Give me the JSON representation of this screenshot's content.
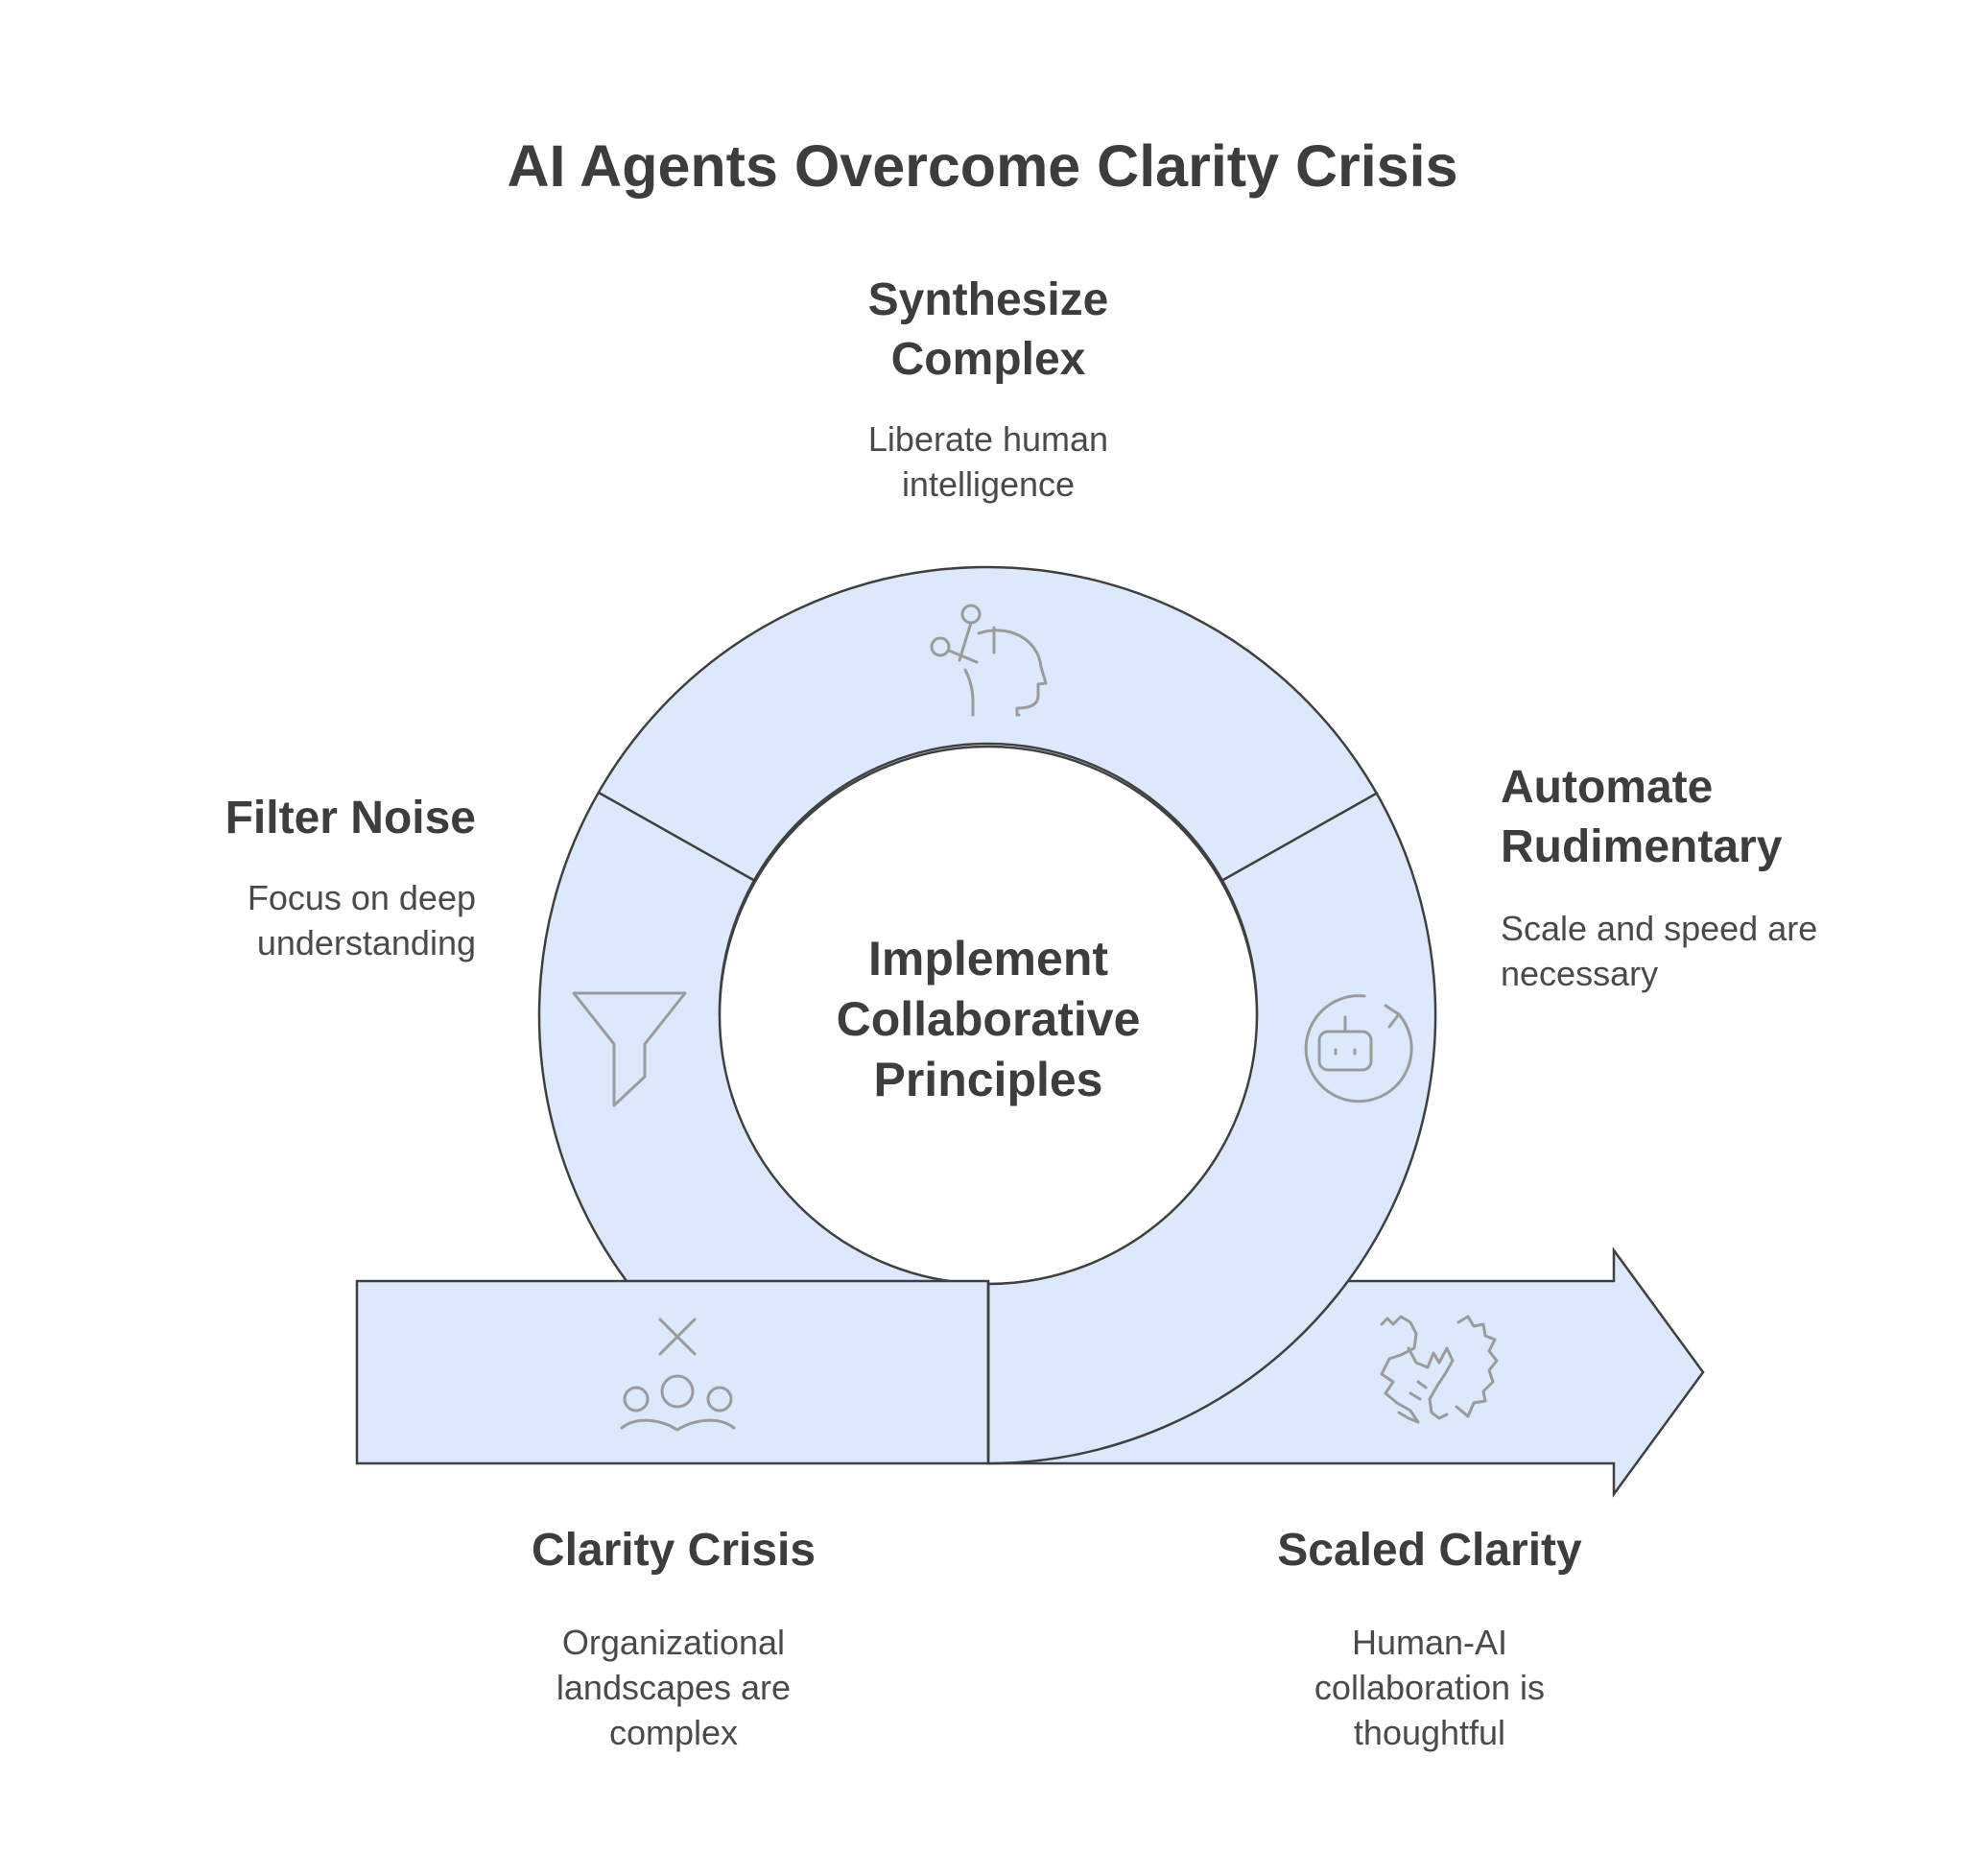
{
  "title": "AI Agents Overcome Clarity Crisis",
  "center": {
    "label": "Implement\nCollaborative\nPrinciples"
  },
  "steps": {
    "synthesize": {
      "title": "Synthesize\nComplex",
      "desc": "Liberate human\nintelligence",
      "icon": "head-network-icon"
    },
    "filter": {
      "title": "Filter Noise",
      "desc": "Focus on deep\nunderstanding",
      "icon": "funnel-icon"
    },
    "automate": {
      "title": "Automate\nRudimentary",
      "desc": "Scale and speed are\nnecessary",
      "icon": "robot-refresh-icon"
    },
    "crisis": {
      "title": "Clarity Crisis",
      "desc": "Organizational\nlandscapes are\ncomplex",
      "icon": "group-cross-icon"
    },
    "scaled": {
      "title": "Scaled Clarity",
      "desc": "Human-AI\ncollaboration is\nthoughtful",
      "icon": "handshake-icon"
    }
  },
  "colors": {
    "fill": "#dce8fc",
    "stroke": "#404040",
    "icon": "#9b9b9b",
    "text": "#3d3d3d"
  }
}
